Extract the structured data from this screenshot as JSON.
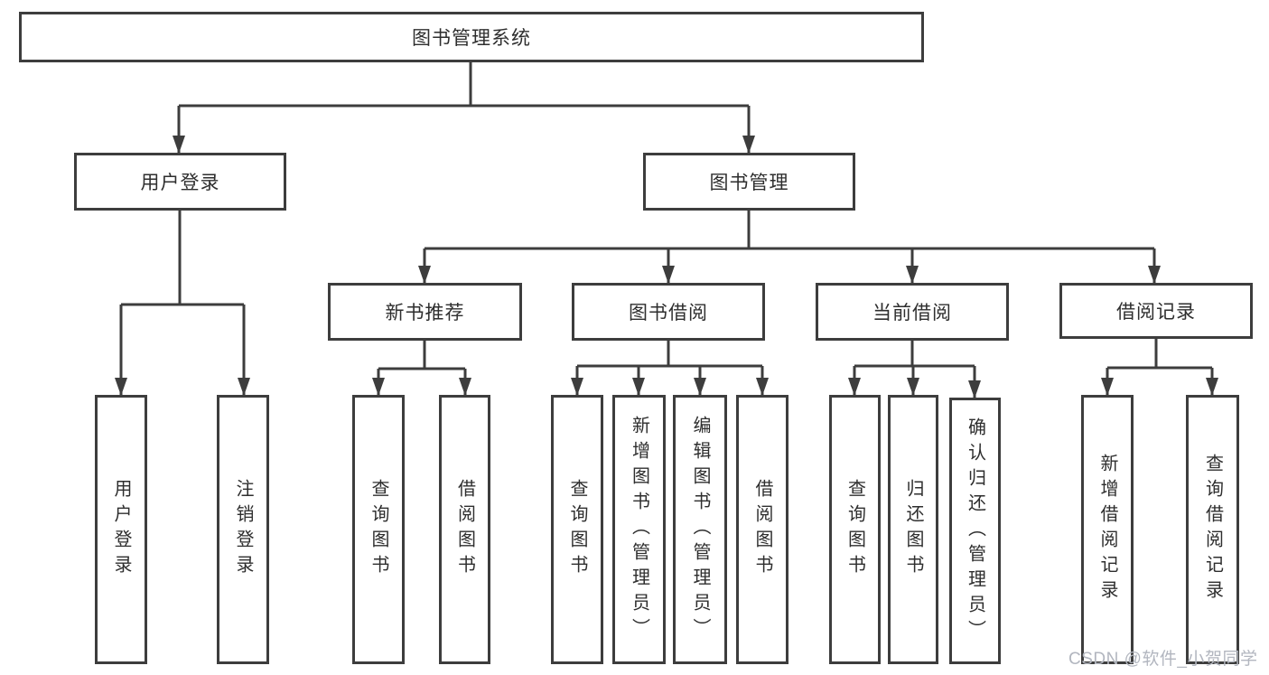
{
  "diagram": {
    "title": "图书管理系统",
    "level2": [
      {
        "label": "用户登录"
      },
      {
        "label": "图书管理"
      }
    ],
    "level3": [
      {
        "label": "新书推荐"
      },
      {
        "label": "图书借阅"
      },
      {
        "label": "当前借阅"
      },
      {
        "label": "借阅记录"
      }
    ],
    "leaves": [
      {
        "label": "用户登录"
      },
      {
        "label": "注销登录"
      },
      {
        "label": "查询图书"
      },
      {
        "label": "借阅图书"
      },
      {
        "label": "查询图书"
      },
      {
        "label": "新增图书（管理员）"
      },
      {
        "label": "编辑图书（管理员）"
      },
      {
        "label": "借阅图书"
      },
      {
        "label": "查询图书"
      },
      {
        "label": "归还图书"
      },
      {
        "label": "确认归还（管理员）"
      },
      {
        "label": "新增借阅记录"
      },
      {
        "label": "查询借阅记录"
      }
    ]
  },
  "watermark": {
    "text": "CSDN @软件_小贺同学"
  },
  "colors": {
    "line": "#3d3d3d",
    "text": "#2e2e2e",
    "watermark": "#b2b6bf",
    "background": "#ffffff"
  }
}
